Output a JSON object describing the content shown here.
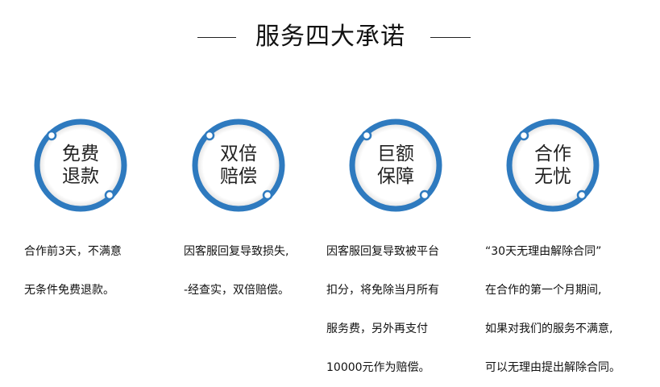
{
  "header": {
    "title": "服务四大承诺"
  },
  "colors": {
    "ring": "#2e7abf",
    "ring_dark": "#1f5f9c",
    "dot_fill": "#ffffff",
    "text": "#111111"
  },
  "promises": [
    {
      "label_line1": "免费",
      "label_line2": "退款",
      "desc": [
        "合作前3天，不满意",
        "无条件免费退款。"
      ]
    },
    {
      "label_line1": "双倍",
      "label_line2": "赔偿",
      "desc": [
        "因客服回复导致损失,",
        "-经查实，双倍赔偿。"
      ]
    },
    {
      "label_line1": "巨额",
      "label_line2": "保障",
      "desc": [
        "因客服回复导致被平台",
        "扣分，将免除当月所有",
        "服务费，另外再支付",
        "10000元作为赔偿。"
      ]
    },
    {
      "label_line1": "合作",
      "label_line2": "无忧",
      "desc": [
        "“30天无理由解除合同”",
        "在合作的第一个月期间,",
        "如果对我们的服务不满意,",
        "可以无理由提出解除合同。"
      ]
    }
  ]
}
